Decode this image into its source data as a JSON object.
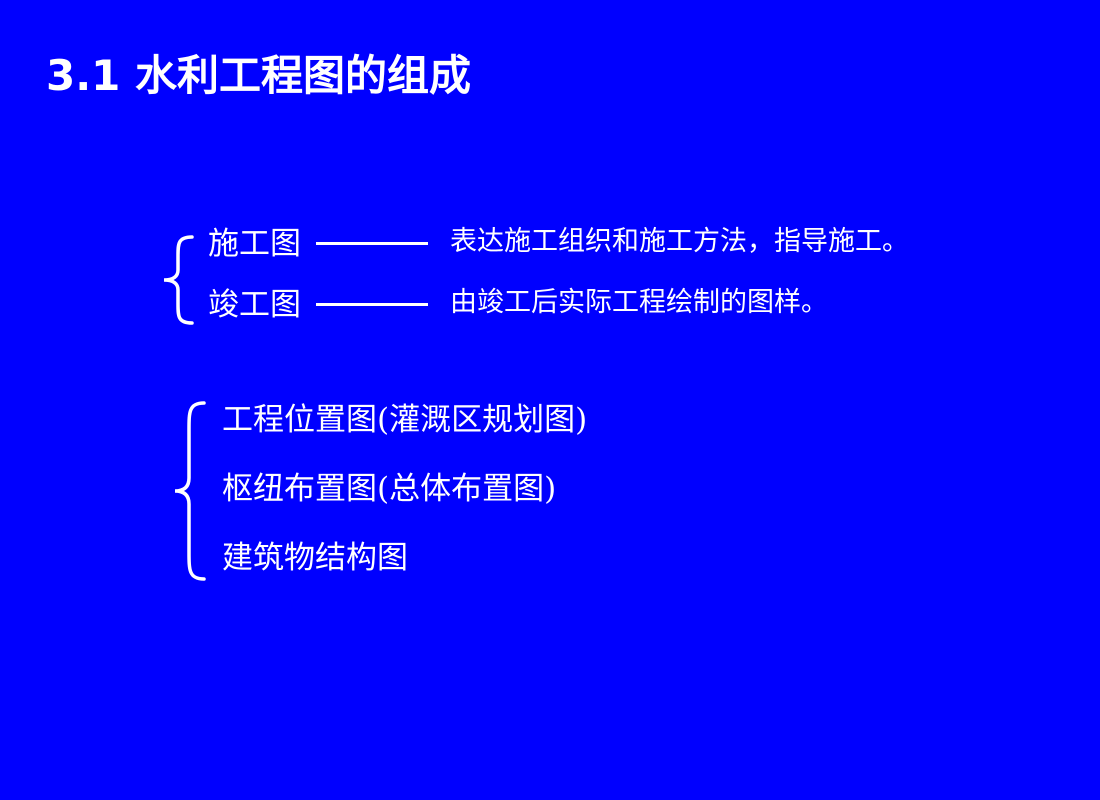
{
  "slide": {
    "title": "3.1  水利工程图的组成",
    "group1": {
      "items": [
        {
          "label": "施工图",
          "description": "表达施工组织和施工方法，指导施工。"
        },
        {
          "label": "竣工图",
          "description": "由竣工后实际工程绘制的图样。"
        }
      ]
    },
    "group2": {
      "items": [
        "工程位置图(灌溉区规划图)",
        "枢纽布置图(总体布置图)",
        "建筑物结构图"
      ]
    },
    "colors": {
      "background": "#0000ff",
      "text": "#ffffff"
    }
  }
}
